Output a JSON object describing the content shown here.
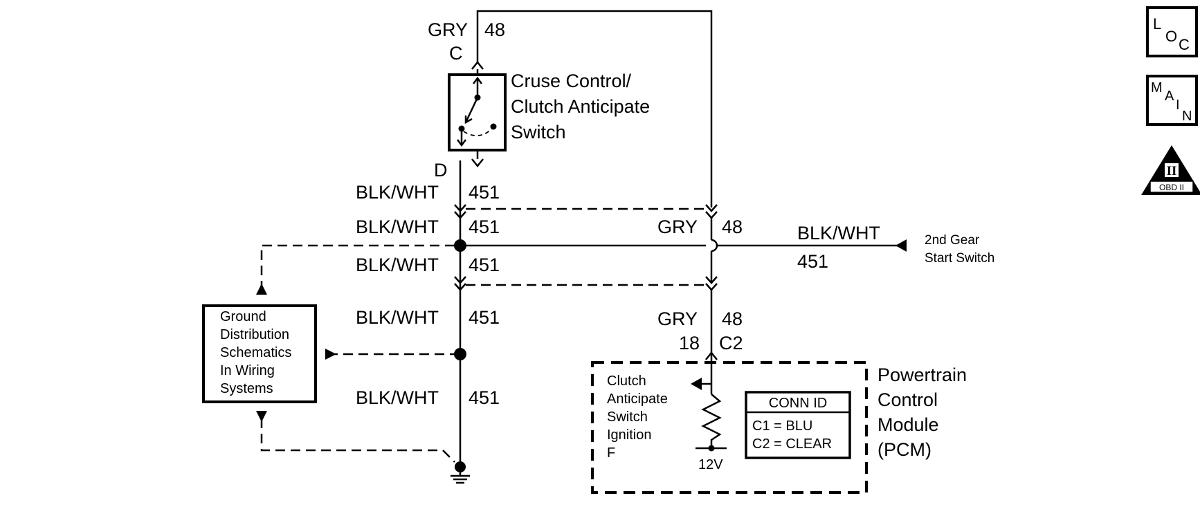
{
  "switch": {
    "title_line1": "Cruse Control/",
    "title_line2": "Clutch Anticipate",
    "title_line3": "Switch"
  },
  "top_wire": {
    "color": "GRY",
    "circuit": "48",
    "connector": "C"
  },
  "switch_out": {
    "connector": "D"
  },
  "wire_labels": {
    "blk_wht": "BLK/WHT",
    "c451": "451",
    "gry": "GRY",
    "c48": "48"
  },
  "gear_switch": {
    "wire_color": "BLK/WHT",
    "circuit": "451",
    "label_line1": "2nd Gear",
    "label_line2": "Start Switch"
  },
  "pcm_pin": {
    "pin": "18",
    "connector": "C2"
  },
  "ground_ref": {
    "line1": "Ground",
    "line2": "Distribution",
    "line3": "Schematics",
    "line4": "In Wiring",
    "line5": "Systems"
  },
  "pcm": {
    "line1": "Powertrain",
    "line2": "Control",
    "line3": "Module",
    "line4": "(PCM)",
    "input_line1": "Clutch",
    "input_line2": "Anticipate",
    "input_line3": "Switch",
    "input_line4": "Ignition",
    "input_line5": "F",
    "voltage": "12V"
  },
  "conn_id": {
    "header": "CONN ID",
    "row1": "C1 = BLU",
    "row2": "C2 = CLEAR"
  },
  "icons": {
    "loc": {
      "name": "loc-icon",
      "l": "L",
      "o": "O",
      "c": "C"
    },
    "main": {
      "name": "main-icon",
      "m": "M",
      "a": "A",
      "i": "I",
      "n": "N"
    },
    "obd": {
      "name": "obd-ii-icon",
      "roman": "II",
      "text": "OBD II"
    }
  }
}
